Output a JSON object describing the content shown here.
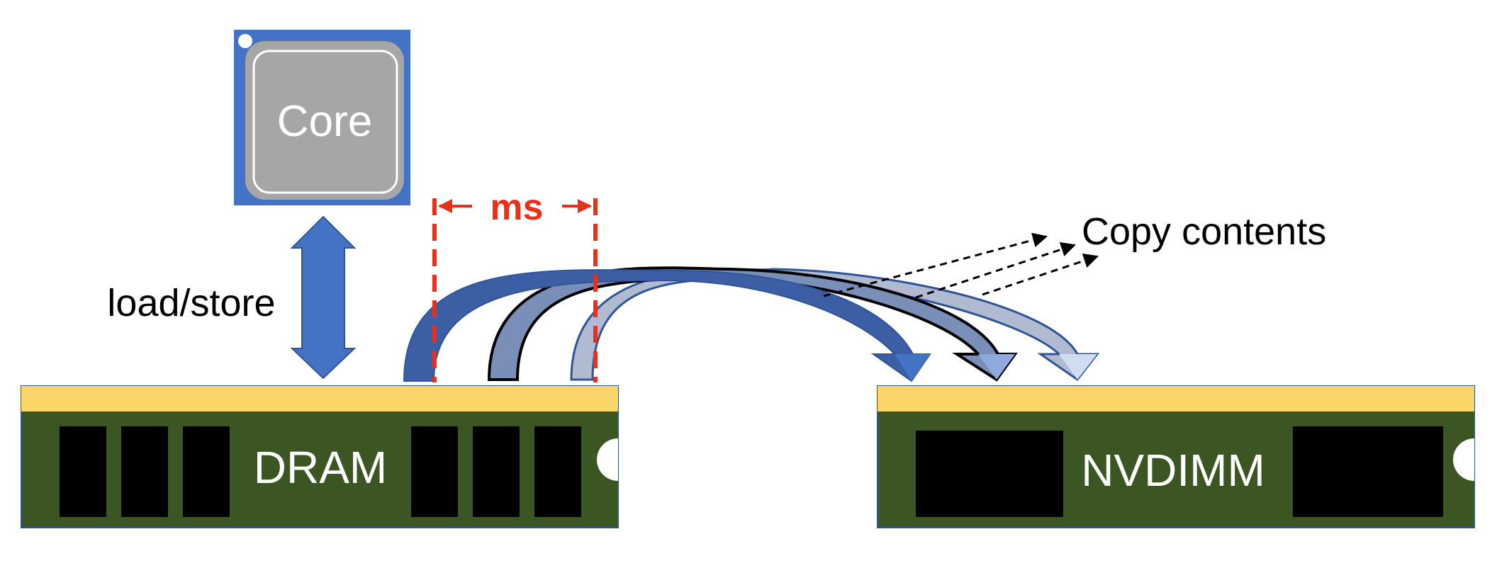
{
  "core": {
    "label": "Core"
  },
  "dram": {
    "label": "DRAM"
  },
  "nvdimm": {
    "label": "NVDIMM"
  },
  "access": {
    "label": "load/store"
  },
  "interval": {
    "label": "ms"
  },
  "copy": {
    "label": "Copy contents"
  },
  "colors": {
    "core_frame": "#4472c4",
    "core_chip": "#a6a6a6",
    "module_board": "#3b5523",
    "module_edge": "#fad669",
    "chip": "#000000",
    "interval_marker": "#e8301a",
    "arrow_1": "#3b5ea5",
    "arrow_2": "#7a8fb8",
    "arrow_3": "#b0bad0",
    "arrow_1_head": "#4472c4",
    "arrow_2_head": "#8faadc",
    "arrow_3_head": "#d0dcf0"
  }
}
